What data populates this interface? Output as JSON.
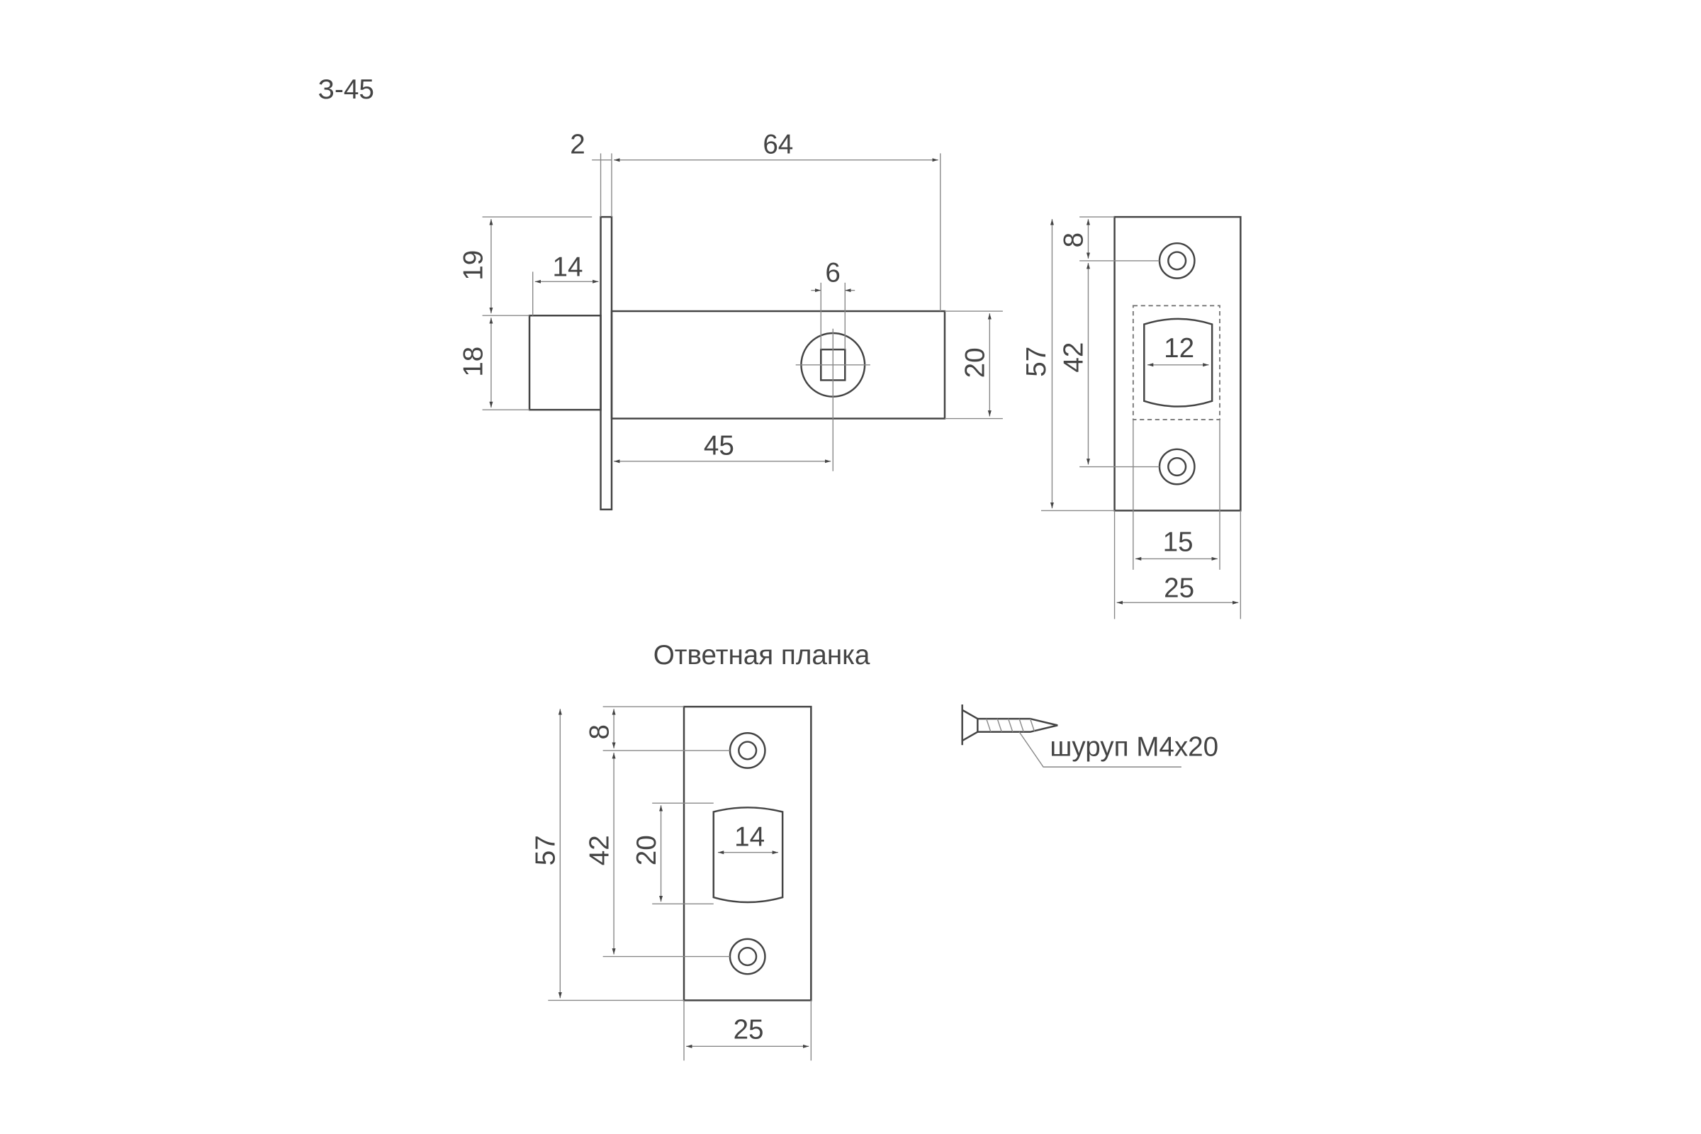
{
  "title": "З-45",
  "latch": {
    "dims": {
      "flange": "2",
      "length": "64",
      "top": "19",
      "bolt_height": "18",
      "bolt_length": "14",
      "square": "6",
      "body_height": "20",
      "backset": "45"
    }
  },
  "faceplate": {
    "dims": {
      "top": "8",
      "holes": "42",
      "height": "57",
      "slot": "12",
      "inner_width": "15",
      "width": "25"
    }
  },
  "strike": {
    "title": "Ответная планка",
    "dims": {
      "top": "8",
      "holes": "42",
      "height": "57",
      "slot_height": "20",
      "slot_width": "14",
      "width": "25"
    }
  },
  "screw": {
    "label": "шуруп М4х20"
  },
  "colors": {
    "line": "#444444",
    "dim": "#888888"
  }
}
